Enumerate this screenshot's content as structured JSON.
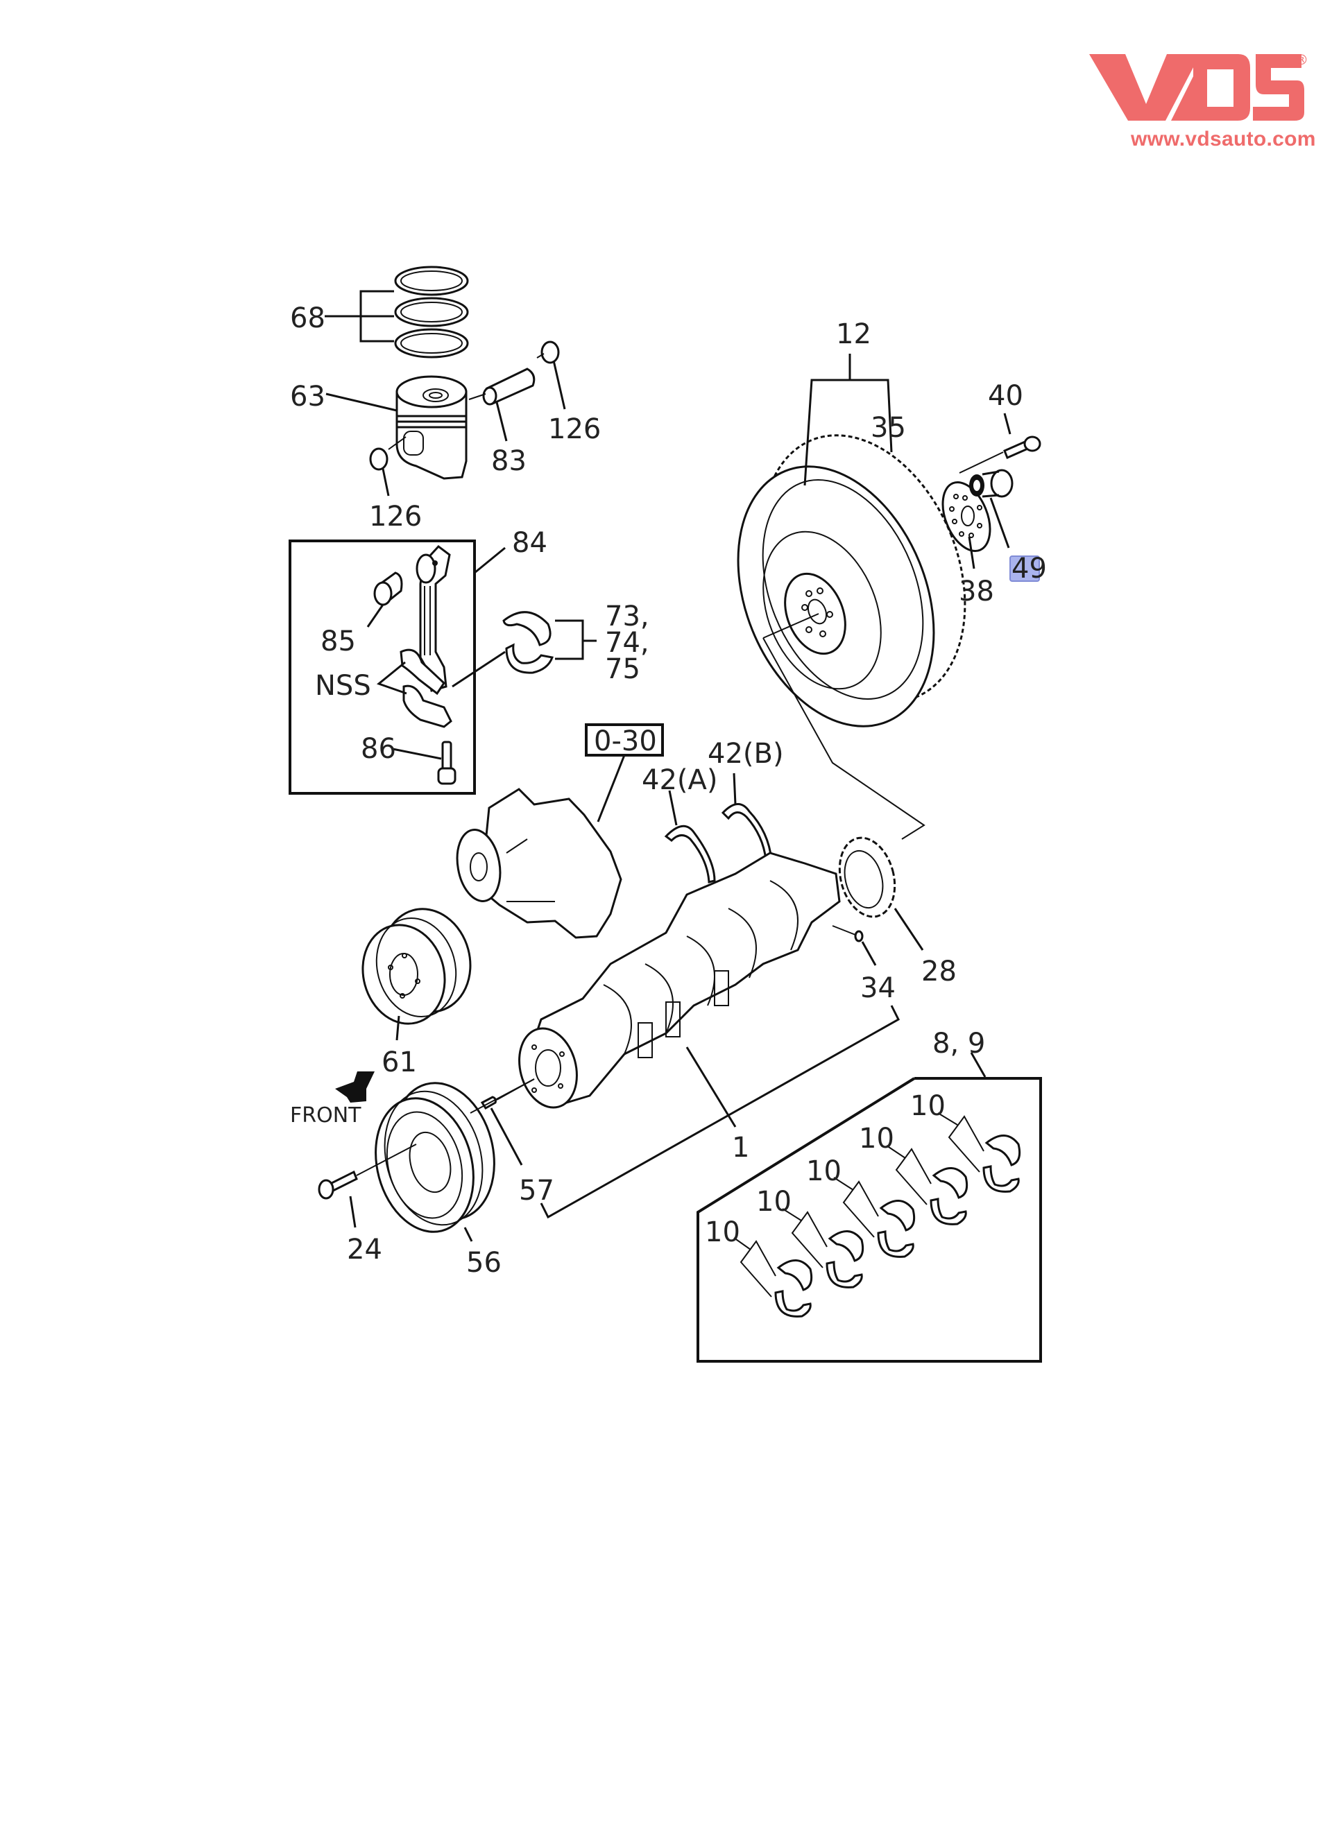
{
  "brand": {
    "logo_text": "VDS",
    "registered_mark": "®",
    "url": "www.vdsauto.com",
    "color": "#ef6b6b"
  },
  "diagram": {
    "highlight_color": "#aab4ee",
    "front_label": "FRONT",
    "reference_box": "0-30",
    "callouts": {
      "c68": "68",
      "c63": "63",
      "c83": "83",
      "c126a": "126",
      "c126b": "126",
      "c84": "84",
      "c85": "85",
      "c73": "73,",
      "c74": "74,",
      "c75": "75",
      "nss": "NSS",
      "c86": "86",
      "c12": "12",
      "c35": "35",
      "c40": "40",
      "c38": "38",
      "c49": "49",
      "c42a": "42(A)",
      "c42b": "42(B)",
      "c28": "28",
      "c34": "34",
      "c61": "61",
      "c1": "1",
      "c24": "24",
      "c56": "56",
      "c57": "57",
      "c89": "8, 9",
      "c10a": "10",
      "c10b": "10",
      "c10c": "10",
      "c10d": "10",
      "c10e": "10"
    }
  }
}
